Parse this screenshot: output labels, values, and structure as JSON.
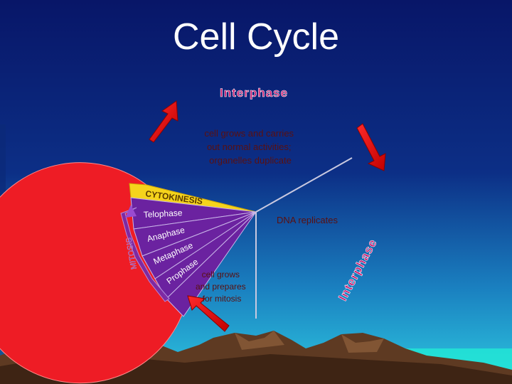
{
  "title": "Cell Cycle",
  "labels": {
    "interphase_top": "Interphase",
    "interphase_side": "Interphase",
    "g1_line1": "cell grows and carries",
    "g1_line2": "out normal activities;",
    "g1_line3": "organelles duplicate",
    "s_phase": "DNA replicates",
    "g2_line1": "cell grows",
    "g2_line2": "and prepares",
    "g2_line3": "for mitosis",
    "cytokinesis": "CYTOKINESIS",
    "telophase": "Telophase",
    "anaphase": "Anaphase",
    "metaphase": "Metaphase",
    "prophase": "Prophase",
    "mitosis": "MITOSIS"
  },
  "colors": {
    "background_top": "#0a1a6e",
    "background_bottom": "#25b8d8",
    "interphase": "#ee1c25",
    "mitosis": "#6b22a0",
    "cytokinesis": "#f5d31c",
    "interphase_label": "#c8106a",
    "phase_text": "#ffffff",
    "mountains": "#5e3a22"
  },
  "icons": [
    "clockwise-arrow-icon",
    "upward-arrow-icon"
  ]
}
